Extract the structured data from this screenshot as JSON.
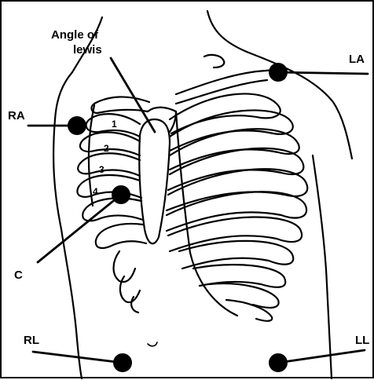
{
  "diagram": {
    "labels": {
      "angle_of_lewis": [
        "Angle of",
        "lewis"
      ],
      "la": "LA",
      "ra": "RA",
      "c": "C",
      "rl": "RL",
      "ll": "LL"
    },
    "rib_numbers": [
      "1",
      "2",
      "3",
      "4"
    ]
  }
}
